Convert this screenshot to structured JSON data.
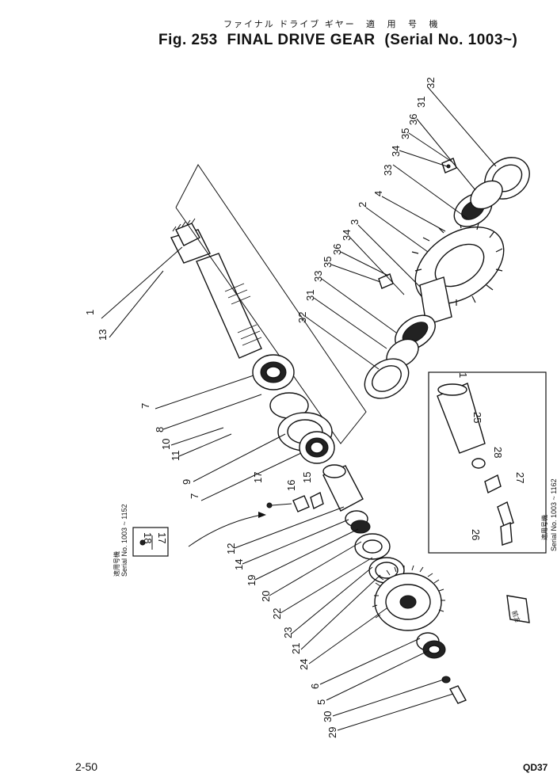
{
  "title": {
    "japanese": "ファイナル ドライブ ギヤー",
    "japanese_serial": "適 用 号 機",
    "fig_number": "Fig. 253",
    "name": "FINAL DRIVE GEAR",
    "serial": "(Serial No. 1003~)"
  },
  "inset_main": {
    "note_jp": "適用号機",
    "note_serial": "Serial No. 1003 ~ 1162",
    "parts": [
      "1",
      "25",
      "28",
      "27",
      "26"
    ]
  },
  "inset_side": {
    "note_jp": "適用号機",
    "note_serial": "Serial No. 1003 ~ 1152",
    "parts": [
      "18",
      "17"
    ]
  },
  "front_marker": "前方",
  "callouts": [
    "1",
    "13",
    "7",
    "8",
    "10",
    "11",
    "9",
    "7",
    "17",
    "16",
    "15",
    "12",
    "14",
    "19",
    "20",
    "22",
    "23",
    "21",
    "24",
    "6",
    "5",
    "30",
    "29",
    "32",
    "31",
    "33",
    "35",
    "36",
    "34",
    "3",
    "2",
    "4",
    "33",
    "34",
    "35",
    "36",
    "31",
    "32"
  ],
  "footer": {
    "page": "2-50",
    "code": "QD37"
  }
}
